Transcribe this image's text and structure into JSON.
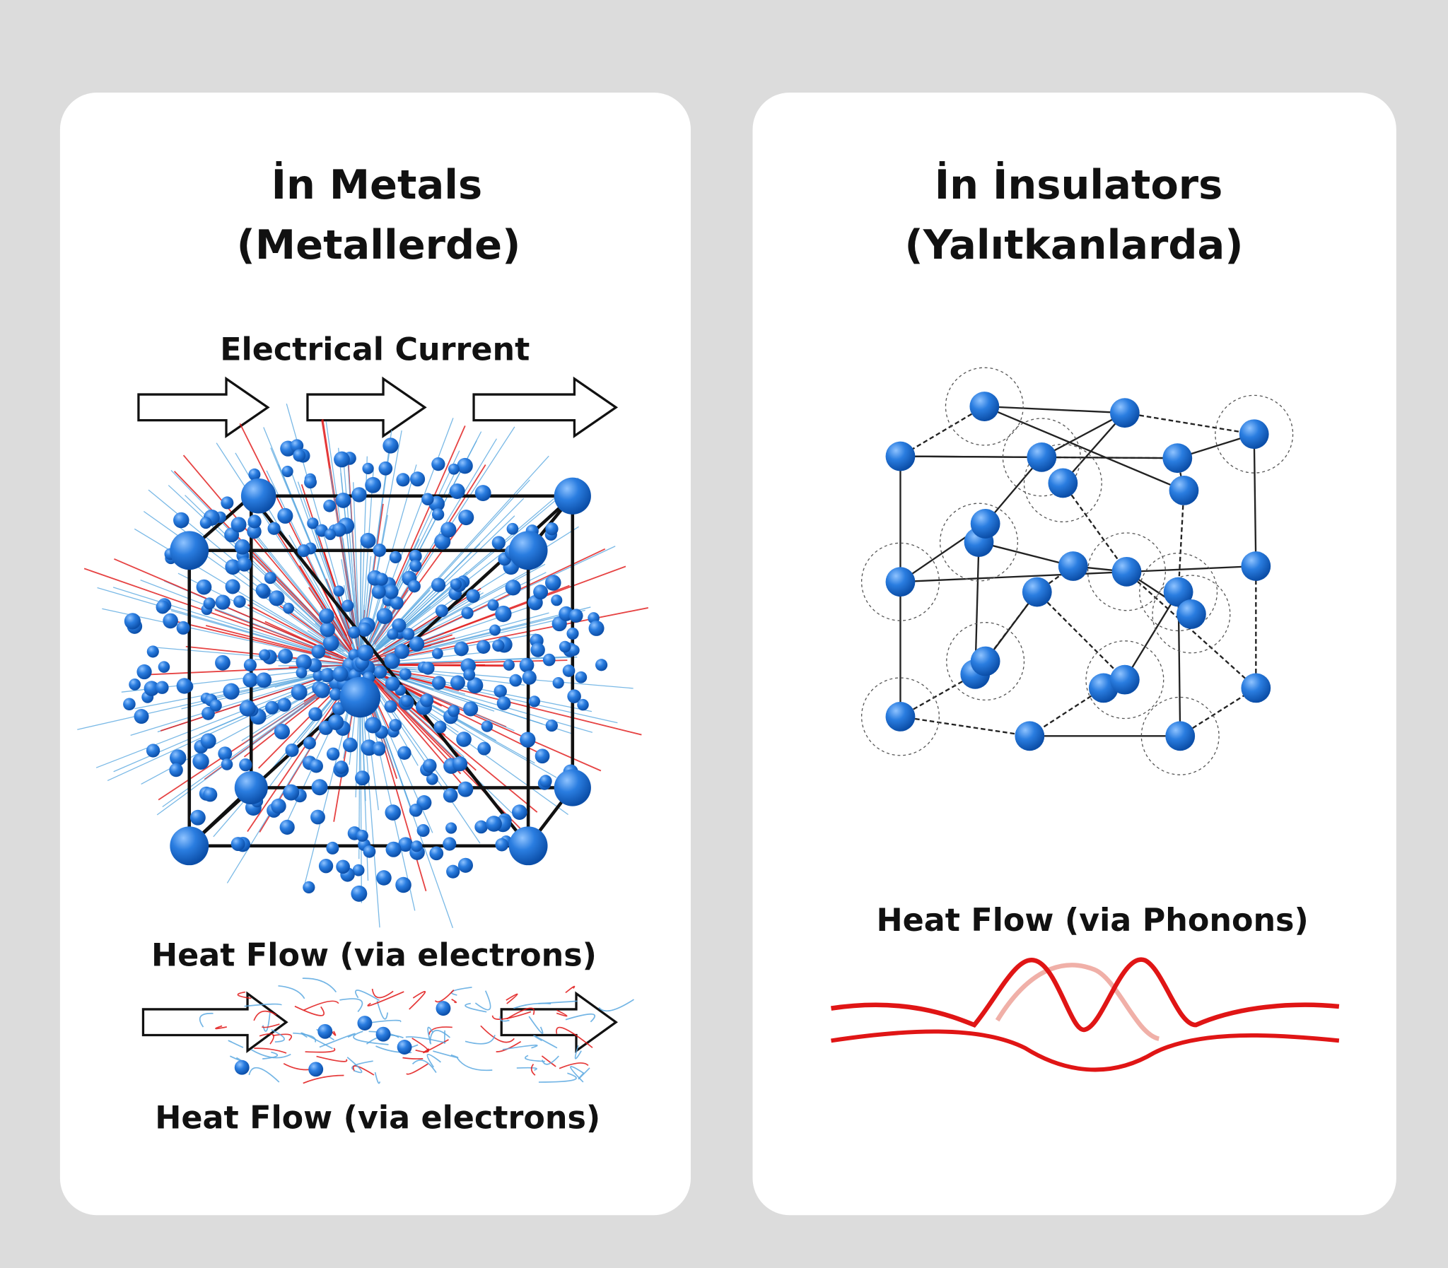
{
  "left_panel": {
    "title_line1": "İn Metals",
    "title_line2": "(Metallerde)",
    "current_label": "Electrical Current",
    "heat_label_top": "Heat Flow (via electrons)",
    "heat_label_bottom": "Heat Flow (via electrons)"
  },
  "right_panel": {
    "title_line1": "İn İnsulators",
    "title_line2": "(Yalıtkanlarda)",
    "heat_label": "Heat Flow (via Phonons)"
  },
  "colors": {
    "atom": "#1f6fd1",
    "heat": "#e01515",
    "electron_trail": "#5aa8e0",
    "panel": "#ffffff",
    "background": "#dcdcdc"
  }
}
